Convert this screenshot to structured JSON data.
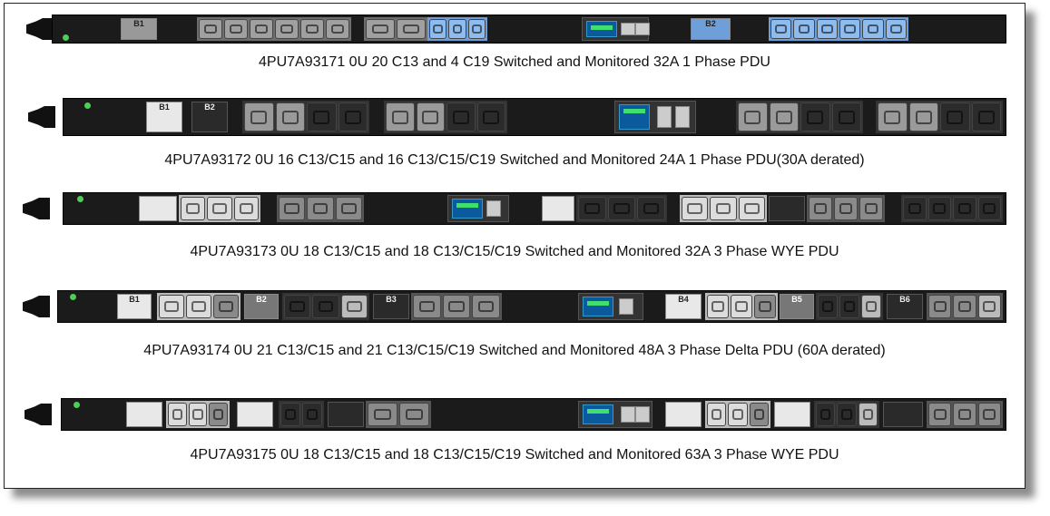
{
  "captions": [
    "4PU7A93171  0U 20 C13 and 4 C19 Switched and Monitored 32A 1 Phase PDU",
    "4PU7A93172  0U 16 C13/C15 and 16 C13/C15/C19 Switched and Monitored 24A 1 Phase PDU(30A derated)",
    "4PU7A93173  0U 18 C13/C15 and 18 C13/C15/C19 Switched and Monitored 32A 3 Phase WYE PDU",
    "4PU7A93174  0U 21 C13/C15 and 21 C13/C15/C19 Switched and Monitored 48A 3 Phase Delta PDU (60A derated)",
    "4PU7A93175  0U 18 C13/C15 and 18 C13/C15/C19 Switched and Monitored 63A 3 Phase WYE PDU"
  ],
  "breakers": {
    "pdu1": [
      "B1",
      "B2"
    ],
    "pdu2": [
      "B1",
      "B2"
    ],
    "pdu4": [
      "B1",
      "B2",
      "B3",
      "B4",
      "B5",
      "B6"
    ]
  },
  "colors": {
    "strip": "#1b1b1b",
    "outlet_grey": "#8a8a8a",
    "outlet_light": "#d9d9d9",
    "outlet_blue": "#79aee6",
    "outlet_dark": "#2b2b2b",
    "led_green": "#4ccf55"
  }
}
